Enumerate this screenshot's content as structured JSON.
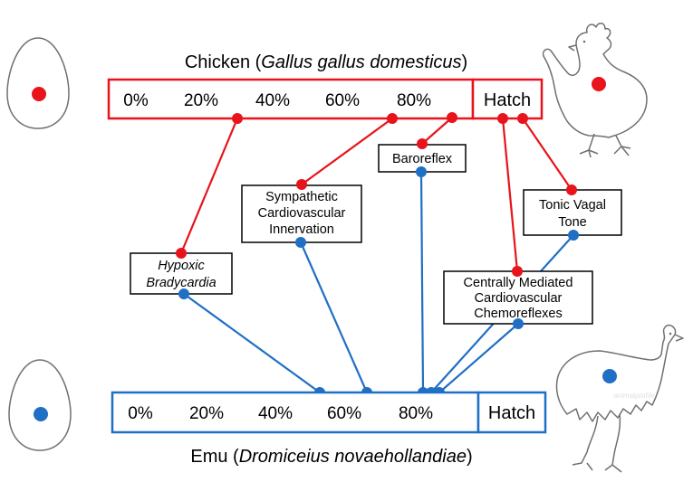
{
  "colors": {
    "chicken": "#e8131b",
    "emu": "#1f6fc5",
    "outline": "#707070",
    "box": "#000000"
  },
  "chicken": {
    "title_prefix": "Chicken (",
    "title_latin": "Gallus gallus domesticus",
    "title_suffix": ")",
    "ticks": [
      "0%",
      "20%",
      "40%",
      "60%",
      "80%"
    ],
    "hatch_label": "Hatch",
    "icons": [
      "egg-icon",
      "chicken-icon"
    ]
  },
  "emu": {
    "title_prefix": "Emu (",
    "title_latin": "Dromiceius novaehollandiae",
    "title_suffix": ")",
    "ticks": [
      "0%",
      "20%",
      "40%",
      "60%",
      "80%"
    ],
    "hatch_label": "Hatch",
    "icons": [
      "egg-icon",
      "emu-icon"
    ]
  },
  "traits": {
    "hypoxic_bradycardia": [
      "Hypoxic",
      "Bradycardia"
    ],
    "sympathetic_innervation": [
      "Sympathetic",
      "Cardiovascular",
      "Innervation"
    ],
    "baroreflex": [
      "Baroreflex"
    ],
    "tonic_vagal_tone": [
      "Tonic Vagal",
      "Tone"
    ],
    "chemoreflexes": [
      "Centrally Mediated",
      "Cardiovascular",
      "Chemoreflexes"
    ]
  },
  "watermark": "animalprofile"
}
